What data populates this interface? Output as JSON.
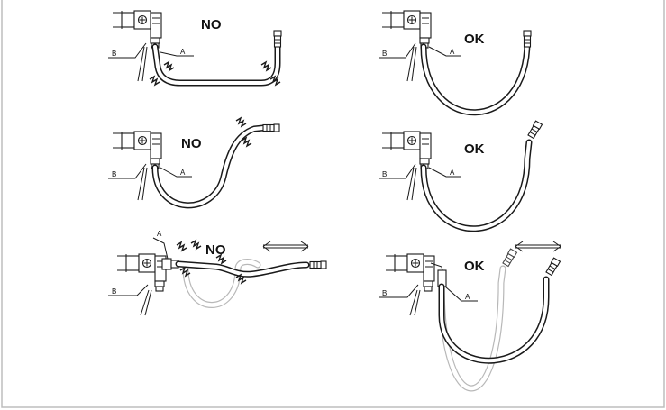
{
  "panels": [
    {
      "id": "top-left",
      "verdict": "NO",
      "label_a": "A",
      "label_b": "B"
    },
    {
      "id": "top-right",
      "verdict": "OK",
      "label_a": "A",
      "label_b": "B"
    },
    {
      "id": "middle-left",
      "verdict": "NO",
      "label_a": "A",
      "label_b": "B"
    },
    {
      "id": "middle-right",
      "verdict": "OK",
      "label_a": "A",
      "label_b": "B"
    },
    {
      "id": "bottom-left",
      "verdict": "NO",
      "label_a": "A",
      "label_b": "B"
    },
    {
      "id": "bottom-right",
      "verdict": "OK",
      "label_a": "A",
      "label_b": "B"
    }
  ],
  "colors": {
    "line": "#1a1a1a",
    "ghost": "#b8b8b8",
    "background": "#ffffff",
    "frame": "#bdbdbd"
  },
  "icons": [
    "valve-block-icon",
    "hose-fitting-icon",
    "stress-zigzag-icon",
    "double-arrow-icon"
  ]
}
